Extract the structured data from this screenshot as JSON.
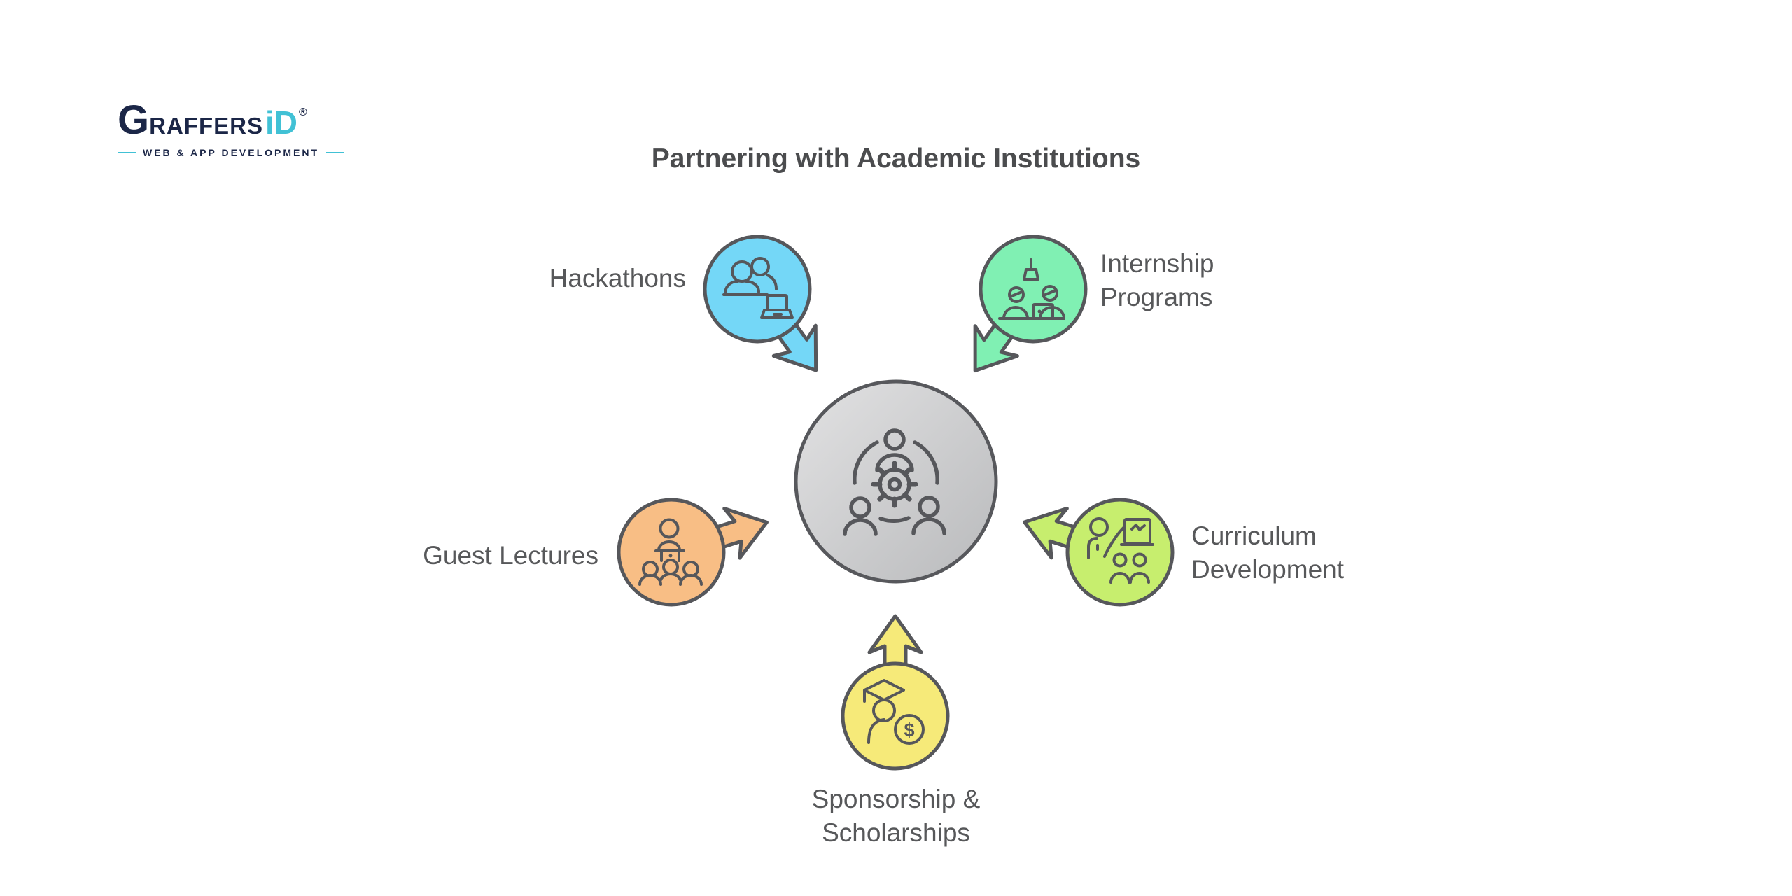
{
  "logo": {
    "brand_g": "G",
    "brand_rest": "RAFFERS",
    "brand_id": "iD",
    "registered": "®",
    "tagline": "WEB & APP DEVELOPMENT"
  },
  "title": "Partnering with Academic Institutions",
  "center": {
    "fill_light": "#e2e2e3",
    "fill_dark": "#b9babc",
    "border": "#57585c"
  },
  "nodes": [
    {
      "id": "hackathons",
      "label": "Hackathons",
      "color": "#74d7f7"
    },
    {
      "id": "internship-programs",
      "label": "Internship\nPrograms",
      "color": "#80f0b3"
    },
    {
      "id": "guest-lectures",
      "label": "Guest Lectures",
      "color": "#f8be85"
    },
    {
      "id": "curriculum-development",
      "label": "Curriculum\nDevelopment",
      "color": "#c7ee6e"
    },
    {
      "id": "sponsorship-scholarships",
      "label": "Sponsorship &\nScholarships",
      "color": "#f6ea79"
    }
  ],
  "glyphs": {
    "dollar": "$"
  },
  "colors": {
    "outline": "#56575b",
    "label": "#57585a",
    "title": "#4b4c4e",
    "navy": "#1b2647",
    "teal": "#41c1d5"
  }
}
